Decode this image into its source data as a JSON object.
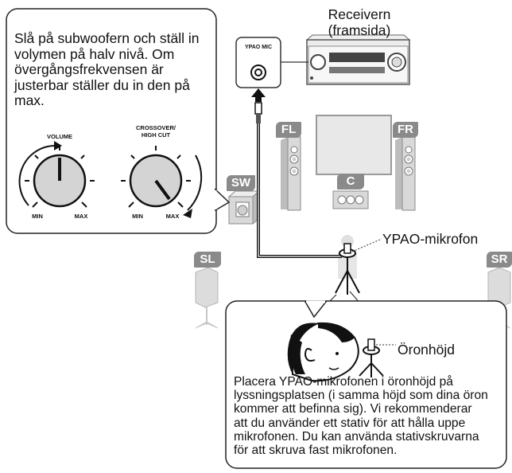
{
  "instructions": {
    "top": "Slå på subwoofern och ställ in volymen på halv nivå. Om övergångsfrekvensen är justerbar ställer du in den på max.",
    "bottom": "Placera YPAO-mikrofonen i öronhöjd på lyssningsplatsen (i samma höjd som dina öron kommer att befinna sig). Vi rekommenderar att du använder ett stativ för att hålla uppe mikrofonen. Du kan använda stativskruvarna för att skruva fast mikrofonen."
  },
  "labels": {
    "receiver": "Receivern (framsida)",
    "ypao_mic_jack": "YPAO MIC",
    "microphone": "YPAO-mikrofon",
    "ear_height": "Öronhöjd"
  },
  "knobs": {
    "volume": {
      "title": "VOLUME",
      "min": "MIN",
      "max": "MAX"
    },
    "crossover": {
      "title_line1": "CROSSOVER/",
      "title_line2": "HIGH CUT",
      "min": "MIN",
      "max": "MAX"
    }
  },
  "speakers": {
    "fl": "FL",
    "fr": "FR",
    "c": "C",
    "sw": "SW",
    "sl": "SL",
    "sr": "SR"
  },
  "colors": {
    "tag_gray": "#8a8a8a",
    "light_gray": "#d6d6d6",
    "cable": "#111111"
  }
}
